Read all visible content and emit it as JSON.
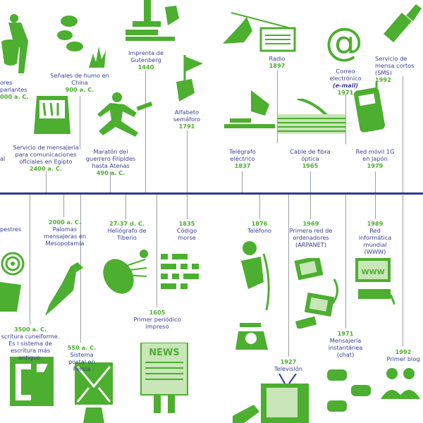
{
  "colors": {
    "green": "#4caf2f",
    "navy": "#2f3a8f",
    "text": "#3b3f8f",
    "line": "#9aa0a6"
  },
  "events": [
    {
      "id": "tambores",
      "title": "ores parlantes",
      "date": "000 a. C.",
      "icon": "drum-icon"
    },
    {
      "id": "humo",
      "title": "Señales de humo en China",
      "date": "900 a. C.",
      "icon": "smoke-signal-icon"
    },
    {
      "id": "imprenta",
      "title": "Imprenta de Gutenberg",
      "date": "1440",
      "icon": "printing-press-icon"
    },
    {
      "id": "radio",
      "title": "Radio",
      "date": "1897",
      "icon": "radio-icon"
    },
    {
      "id": "correo",
      "title": "Correo electrónico",
      "title_em": "(e-mail)",
      "date": "1971",
      "icon": "at-sign-icon"
    },
    {
      "id": "sms",
      "title": "Servicio de mensa cortos (SMS)",
      "date": "1992",
      "icon": "phone-hand-icon"
    },
    {
      "id": "egipto",
      "title": "Servicio de mensajería para comunicaciones oficiales en Egipto",
      "date": "2400 a. C.",
      "icon": "hieroglyph-icon"
    },
    {
      "id": "maraton",
      "title": "Maratón del guerrero Filípides hasta Atenas",
      "date": "490 a. C.",
      "icon": "runner-icon"
    },
    {
      "id": "semaforo",
      "title": "Alfabeto semáforo",
      "date": "1791",
      "icon": "flag-icon"
    },
    {
      "id": "telegrafo",
      "title": "Telégrafo eléctrico",
      "date": "1837",
      "icon": "telegraph-icon"
    },
    {
      "id": "fibra",
      "title": "Cable de fibra óptica",
      "date": "1965",
      "icon": "fiber-cable-icon"
    },
    {
      "id": "movil",
      "title": "Red móvil 1G en Japón",
      "date": "1979",
      "icon": "mobile-phone-icon"
    },
    {
      "id": "letal",
      "title": "al",
      "date": "",
      "icon": ""
    },
    {
      "id": "rupestres",
      "title": "pestres",
      "date": "",
      "icon": "spiral-icon"
    },
    {
      "id": "palomas",
      "title": "Palomas mensajeras en Mesopotamia",
      "date": "2000 a. C.",
      "icon": "pigeon-icon"
    },
    {
      "id": "heliografo",
      "title": "Heliógrafo de Tiberio",
      "date": "27-37 d. C.",
      "icon": "heliograph-icon"
    },
    {
      "id": "morse",
      "title": "Código morse",
      "date": "1835",
      "icon": "morse-icon"
    },
    {
      "id": "telefono",
      "title": "Teléfono",
      "date": "1876",
      "icon": "telephone-icon"
    },
    {
      "id": "arpanet",
      "title": "Primera red de ordenadores (ARPANET)",
      "date": "1969",
      "icon": "computers-icon"
    },
    {
      "id": "www",
      "title": "Red informática mundial (WWW)",
      "date": "1989",
      "icon": "www-icon"
    },
    {
      "id": "cuneiforme",
      "title": "scritura cuneiforme. Es l sistema de escritura más antiguo.",
      "date": "3500 a. C.",
      "icon": "cuneiform-icon"
    },
    {
      "id": "persia",
      "title": "Sistema postal en Persia",
      "date": "550 a. C.",
      "icon": "envelope-icon"
    },
    {
      "id": "periodico",
      "title": "Primer periódico impreso",
      "date": "1605",
      "icon": "newspaper-icon"
    },
    {
      "id": "tv",
      "title": "Televisión",
      "date": "1927",
      "icon": "tv-icon"
    },
    {
      "id": "chat",
      "title": "Mensajería instantánea (chat)",
      "date": "1971",
      "icon": "chat-icon"
    },
    {
      "id": "blog",
      "title": "Primer blog",
      "date": "1992",
      "icon": "people-icon"
    }
  ],
  "morse_label": "WWW",
  "news_label": "NEWS"
}
